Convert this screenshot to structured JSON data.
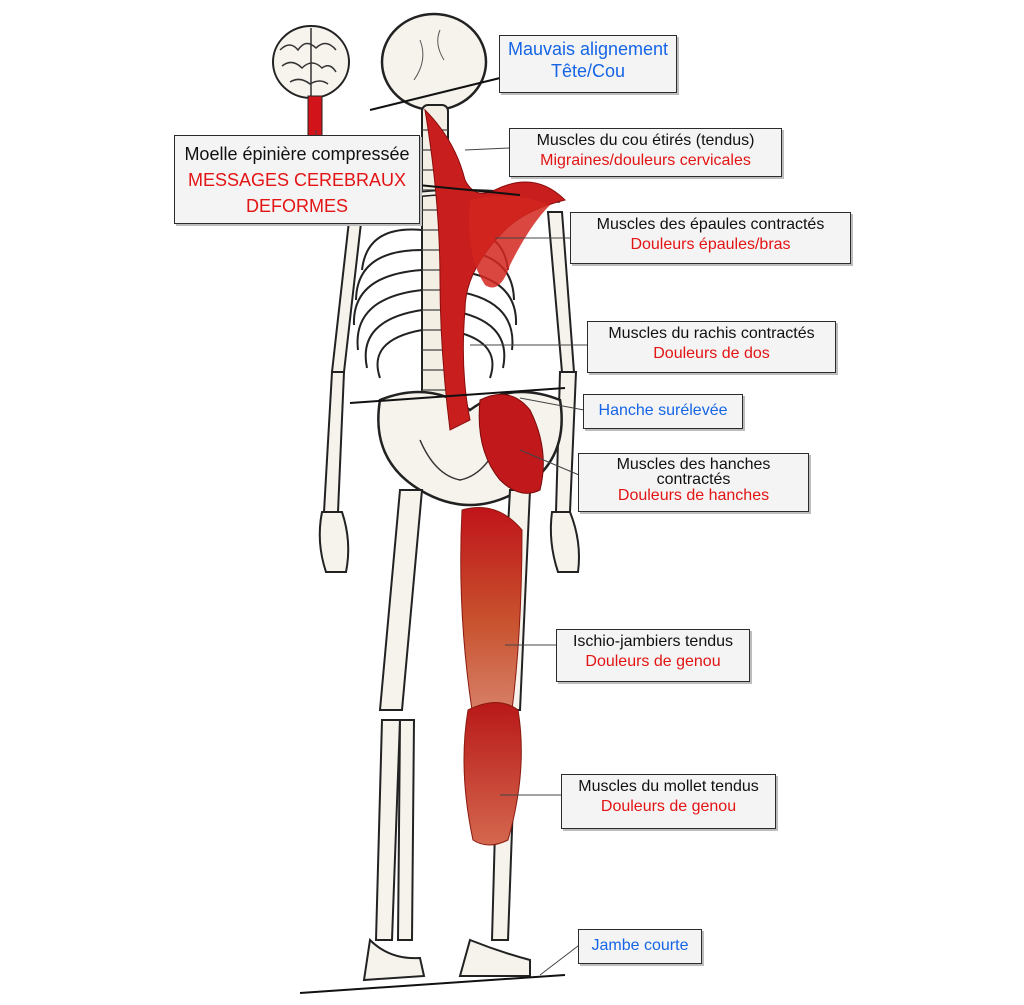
{
  "colors": {
    "label_black": "#111111",
    "label_red": "#e31414",
    "label_blue": "#1565e6",
    "muscle": "#c81e1e",
    "bone": "#f6f3ec",
    "bone_outline": "#2a2a2a"
  },
  "labels": {
    "head_neck": {
      "line1": "Mauvais alignement",
      "line2": "Tête/Cou"
    },
    "spinal_cord": {
      "line1": "Moelle épinière compressée",
      "line2": "MESSAGES CEREBRAUX",
      "line3": "DEFORMES"
    },
    "neck_muscles": {
      "line1": "Muscles du cou étirés (tendus)",
      "line2": "Migraines/douleurs cervicales"
    },
    "shoulder_muscles": {
      "line1": "Muscles des épaules contractés",
      "line2": "Douleurs épaules/bras"
    },
    "spine_muscles": {
      "line1": "Muscles du rachis contractés",
      "line2": "Douleurs de dos"
    },
    "hip_raised": {
      "line1": "Hanche surélevée"
    },
    "hip_muscles": {
      "line1": "Muscles des hanches",
      "line2": "contractés",
      "line3": "Douleurs de hanches"
    },
    "hamstrings": {
      "line1": "Ischio-jambiers tendus",
      "line2": "Douleurs de genou"
    },
    "calf_muscles": {
      "line1": "Muscles du mollet tendus",
      "line2": "Douleurs de genou"
    },
    "short_leg": {
      "line1": "Jambe courte"
    }
  }
}
